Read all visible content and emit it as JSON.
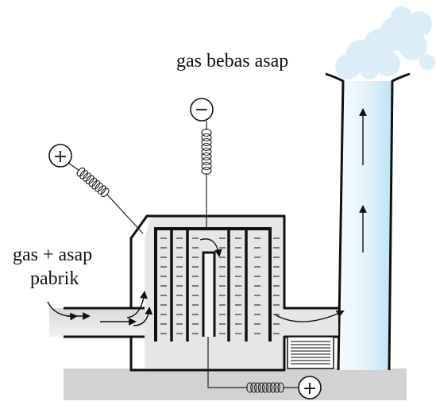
{
  "labels": {
    "output": "gas bebas asap",
    "input_line1": "gas + asap",
    "input_line2": "pabrik"
  },
  "terminals": {
    "top": "−",
    "left": "+",
    "bottom": "+"
  },
  "colors": {
    "outline": "#111111",
    "chamber": "#e6e6e6",
    "ground": "#d2d2d2",
    "chimney_glow": "#cfe9f9",
    "smoke": "#dbeef8"
  },
  "icons": [
    "minus-terminal-icon",
    "plus-terminal-icon",
    "coil-spring-icon",
    "flow-arrow-icon",
    "smoke-cloud-icon"
  ]
}
